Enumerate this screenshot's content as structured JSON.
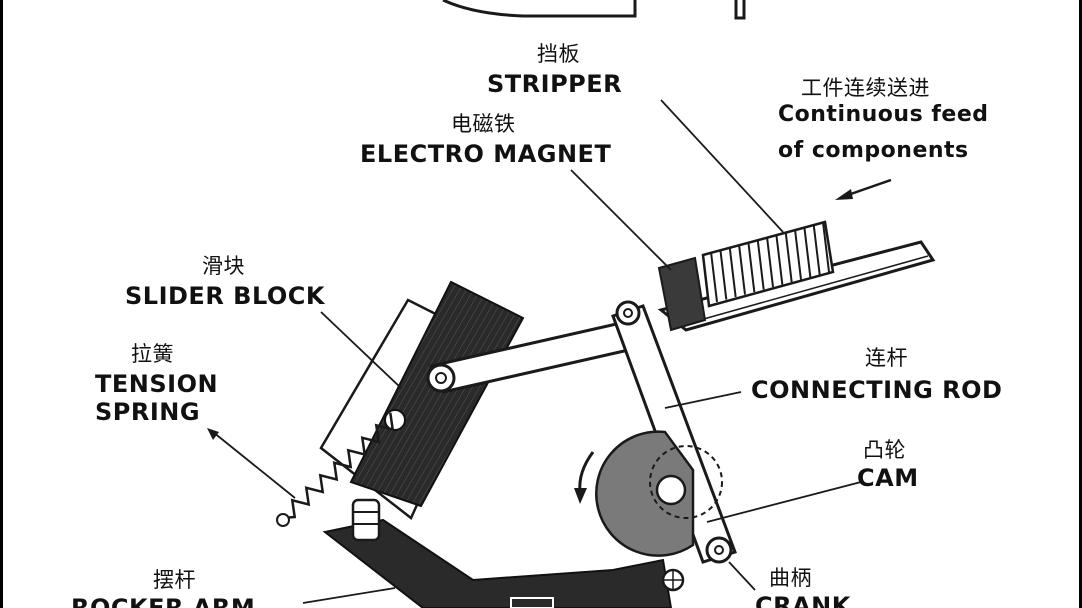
{
  "labels": {
    "stripper_zh": "挡板",
    "stripper_en": "STRIPPER",
    "magnet_zh": "电磁铁",
    "magnet_en": "ELECTRO MAGNET",
    "feed_zh": "工件连续送进",
    "feed_en_1": "Continuous feed",
    "feed_en_2": "of components",
    "slider_zh": "滑块",
    "slider_en": "SLIDER BLOCK",
    "spring_zh": "拉簧",
    "spring_en_1": "TENSION",
    "spring_en_2": "SPRING",
    "rod_zh": "连杆",
    "rod_en": "CONNECTING ROD",
    "cam_zh": "凸轮",
    "cam_en": "CAM",
    "rocker_zh": "摆杆",
    "rocker_en": "ROCKER ARM",
    "crank_zh": "曲柄",
    "crank_en": "CRANK"
  },
  "colors": {
    "ink": "#1a1a1a",
    "cam_fill": "#6f6f6f",
    "paper": "#ffffff",
    "frame": "#000000"
  }
}
